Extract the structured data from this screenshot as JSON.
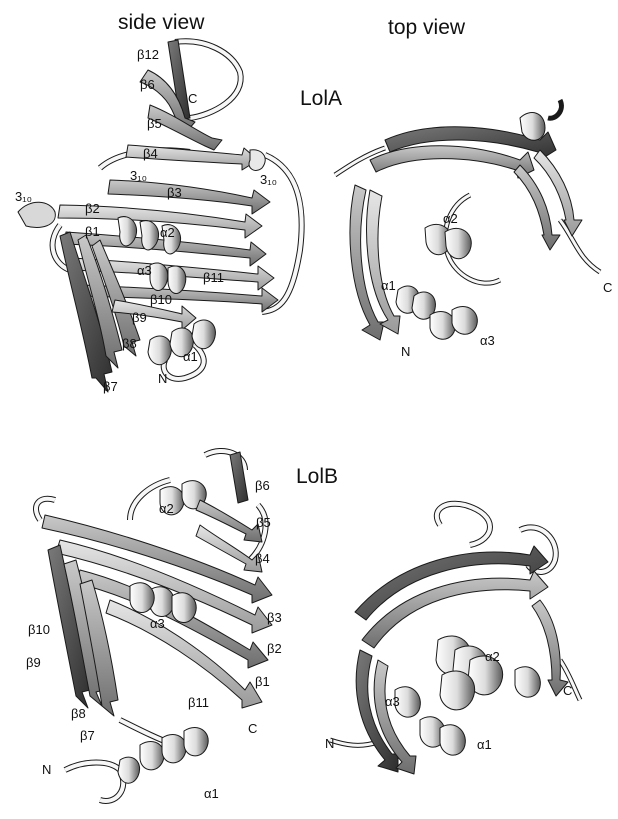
{
  "views": {
    "side": "side view",
    "top": "top view"
  },
  "proteins": [
    {
      "name": "LolA",
      "side_labels": [
        "β12",
        "β6",
        "C",
        "β5",
        "β4",
        "3₁₀",
        "3₁₀",
        "β3",
        "3₁₀",
        "β2",
        "β1",
        "α2",
        "α3",
        "β11",
        "β10",
        "β9",
        "β8",
        "α1",
        "N",
        "β7"
      ],
      "top_labels": [
        "α2",
        "α1",
        "N",
        "α3",
        "C"
      ]
    },
    {
      "name": "LolB",
      "side_labels": [
        "α2",
        "β6",
        "β5",
        "β4",
        "β3",
        "α3",
        "β2",
        "β10",
        "β9",
        "β1",
        "β11",
        "β8",
        "C",
        "β7",
        "N",
        "α1"
      ],
      "top_labels": [
        "α2",
        "C",
        "α3",
        "α1",
        "N"
      ]
    }
  ],
  "colors": {
    "strand_face": "#9a9a9a",
    "strand_edge": "#2c2c2c",
    "strand_dark": "#3d3d3d",
    "helix_light": "#f2f2f2",
    "helix_dark": "#555555",
    "loop": "#f7f7f7",
    "outline": "#1a1a1a"
  }
}
